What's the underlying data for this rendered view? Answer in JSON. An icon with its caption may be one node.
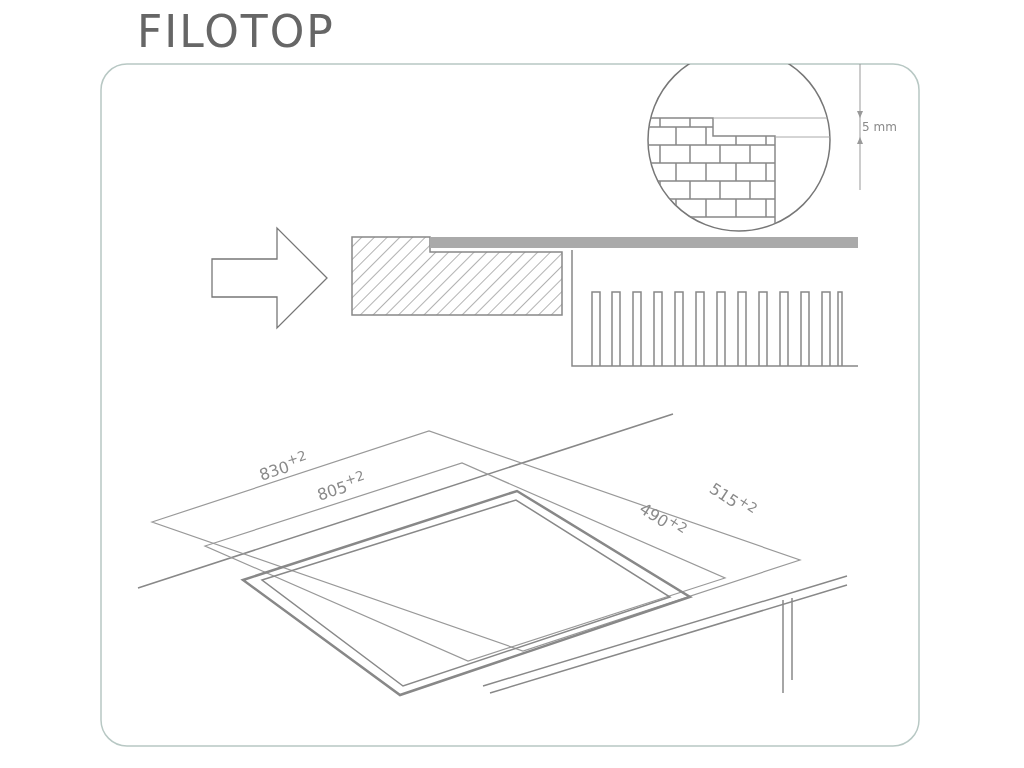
{
  "diagram": {
    "title": "FILOTOP",
    "labels": [
      "5 mm",
      "830$^{+2}$",
      "805$^{+2}$",
      "515$^{+2}$",
      "490$^{+2}$"
    ]
  }
}
